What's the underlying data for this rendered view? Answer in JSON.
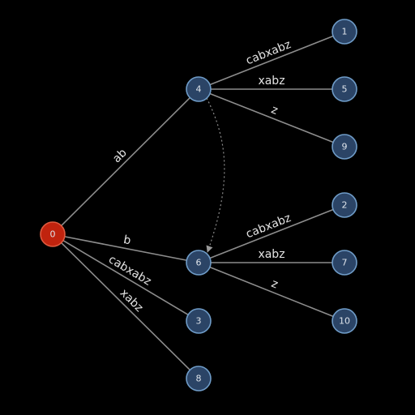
{
  "colors": {
    "background": "#000000",
    "root_fill": "#c0230e",
    "root_stroke": "#e05a3f",
    "node_fill": "#2b4466",
    "node_stroke": "#6f9cc8",
    "edge": "#8c8c8c"
  },
  "nodes": [
    {
      "id": "0",
      "label": "0",
      "role": "root"
    },
    {
      "id": "4",
      "label": "4",
      "role": "internal"
    },
    {
      "id": "6",
      "label": "6",
      "role": "internal"
    },
    {
      "id": "1",
      "label": "1",
      "role": "leaf"
    },
    {
      "id": "5",
      "label": "5",
      "role": "leaf"
    },
    {
      "id": "9",
      "label": "9",
      "role": "leaf"
    },
    {
      "id": "2",
      "label": "2",
      "role": "leaf"
    },
    {
      "id": "7",
      "label": "7",
      "role": "leaf"
    },
    {
      "id": "10",
      "label": "10",
      "role": "leaf"
    },
    {
      "id": "3",
      "label": "3",
      "role": "leaf"
    },
    {
      "id": "8",
      "label": "8",
      "role": "leaf"
    }
  ],
  "edges": [
    {
      "from": "0",
      "to": "4",
      "label": "ab"
    },
    {
      "from": "0",
      "to": "6",
      "label": "b"
    },
    {
      "from": "0",
      "to": "3",
      "label": "cabxabz"
    },
    {
      "from": "0",
      "to": "8",
      "label": "xabz"
    },
    {
      "from": "4",
      "to": "1",
      "label": "cabxabz"
    },
    {
      "from": "4",
      "to": "5",
      "label": "xabz"
    },
    {
      "from": "4",
      "to": "9",
      "label": "z"
    },
    {
      "from": "6",
      "to": "2",
      "label": "cabxabz"
    },
    {
      "from": "6",
      "to": "7",
      "label": "xabz"
    },
    {
      "from": "6",
      "to": "10",
      "label": "z"
    }
  ],
  "suffix_links": [
    {
      "from": "4",
      "to": "6"
    }
  ]
}
